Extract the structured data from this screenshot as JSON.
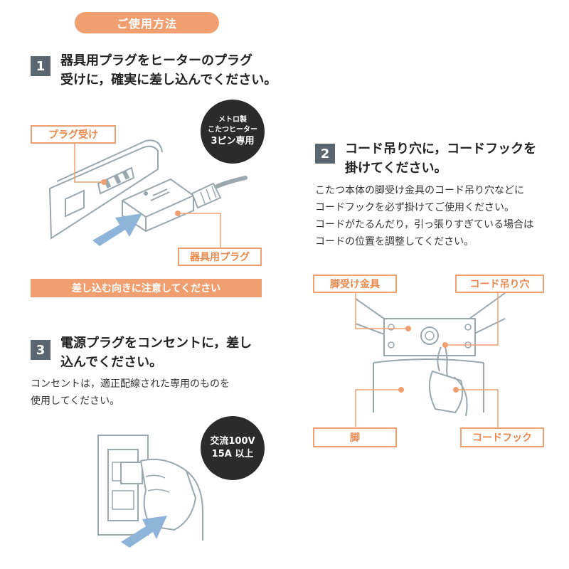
{
  "title": "ご使用方法",
  "step1": {
    "num": "1",
    "heading_line1": "器具用プラグをヒーターのプラグ",
    "heading_line2": "受けに，確実に差し込んでください。",
    "badge_line1": "メトロ製",
    "badge_line2": "こたつヒーター",
    "badge_line3": "3ピン専用",
    "label_plug_receiver": "プラグ受け",
    "label_appliance_plug": "器具用プラグ",
    "band_text": "差し込む向きに注意してください"
  },
  "step2": {
    "num": "2",
    "heading_line1": "コード吊り穴に，コードフックを",
    "heading_line2": "掛けてください。",
    "body_line1": "こたつ本体の脚受け金具のコード吊り穴などに",
    "body_line2": "コードフックを必ず掛けてご使用ください。",
    "body_line3": "コードがたるんだり，引っ張りすぎている場合は",
    "body_line4": "コードの位置を調整してください。",
    "label_leg_bracket": "脚受け金具",
    "label_cord_hole": "コード吊り穴",
    "label_leg": "脚",
    "label_cord_hook": "コードフック"
  },
  "step3": {
    "num": "3",
    "heading_line1": "電源プラグをコンセントに，差し",
    "heading_line2": "込んでください。",
    "body_line1": "コンセントは，適正配線された専用のものを",
    "body_line2": "使用してください。",
    "badge_line1": "交流100V",
    "badge_line2": "15A 以上"
  },
  "colors": {
    "accent": "#f0a070",
    "step_badge": "#5b6770",
    "arrow": "#8fb4d9",
    "line": "#9aa7ad"
  }
}
